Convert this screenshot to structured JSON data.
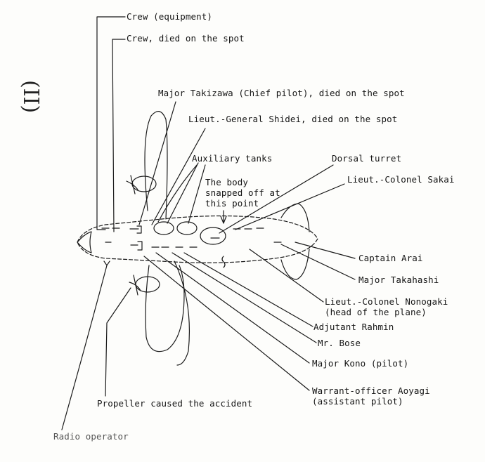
{
  "margin_mark": "(II)",
  "labels": {
    "crew_equipment": "Crew (equipment)",
    "crew_died": "Crew, died on the spot",
    "takizawa": "Major Takizawa (Chief pilot), died on the spot",
    "shidei": "Lieut.-General Shidei, died on the spot",
    "aux_tanks": "Auxiliary tanks",
    "body_snapped": "The body\nsnapped off at\nthis point",
    "dorsal_turret": "Dorsal turret",
    "sakai": "Lieut.-Colonel Sakai",
    "arai": "Captain Arai",
    "takahashi": "Major Takahashi",
    "nonogaki": "Lieut.-Colonel Nonogaki\n(head of the plane)",
    "rahmin": "Adjutant Rahmin",
    "bose": "Mr. Bose",
    "kono": "Major Kono (pilot)",
    "aoyagi": "Warrant-officer Aoyagi\n(assistant pilot)",
    "propeller": "Propeller caused the accident",
    "radio": "Radio operator"
  }
}
